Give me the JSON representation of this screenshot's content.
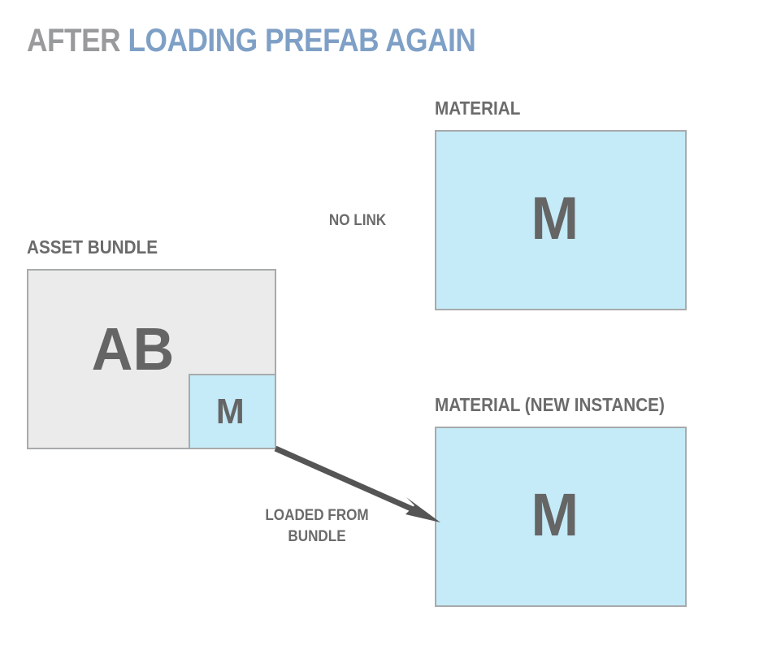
{
  "title": {
    "prefix": "AFTER ",
    "highlight": "LOADING PREFAB AGAIN",
    "prefix_color": "#999a9c",
    "highlight_color": "#7fa0c6"
  },
  "palette": {
    "background": "#ffffff",
    "box_border": "#a8aaac",
    "bundle_fill": "#ebebeb",
    "material_fill": "#c5eaf8",
    "glyph_text": "#656565",
    "label_text": "#6b6b6b",
    "arrow": "#555555"
  },
  "nodes": {
    "asset_bundle": {
      "label": "ASSET BUNDLE",
      "glyph": "AB"
    },
    "bundled_material": {
      "glyph": "M"
    },
    "material": {
      "label": "MATERIAL",
      "glyph": "M"
    },
    "material_new_instance": {
      "label": "MATERIAL (NEW INSTANCE)",
      "glyph": "M"
    }
  },
  "edges": {
    "no_link": {
      "label": "NO LINK"
    },
    "loaded_from_bundle": {
      "label": "LOADED FROM\nBUNDLE"
    }
  }
}
